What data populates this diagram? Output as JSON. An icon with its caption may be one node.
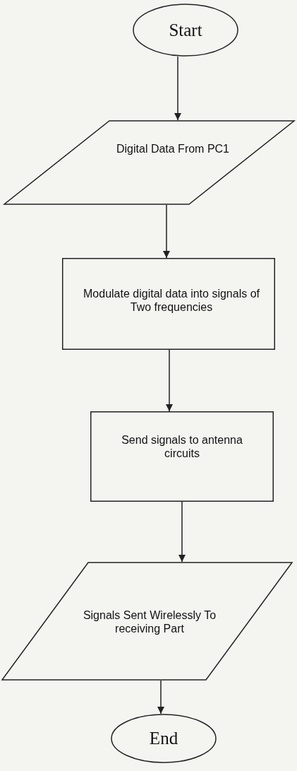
{
  "diagram": {
    "nodes": [
      {
        "text": [
          "Start"
        ]
      },
      {
        "text": [
          "Digital Data From PC1"
        ]
      },
      {
        "text": [
          "Modulate digital data into signals of Two frequencies"
        ]
      },
      {
        "text": [
          "Send signals to antenna circuits"
        ]
      },
      {
        "text": [
          "Signals Sent Wirelessly To receiving Part"
        ]
      },
      {
        "text": [
          "End"
        ]
      }
    ],
    "edges": [
      {
        "from": 0,
        "to": 1,
        "arrow": "to"
      },
      {
        "from": 1,
        "to": 2,
        "arrow": "to"
      },
      {
        "from": 2,
        "to": 3,
        "arrow": "to"
      },
      {
        "from": 3,
        "to": 4,
        "arrow": "to"
      },
      {
        "from": 4,
        "to": 5,
        "arrow": "to"
      }
    ]
  }
}
